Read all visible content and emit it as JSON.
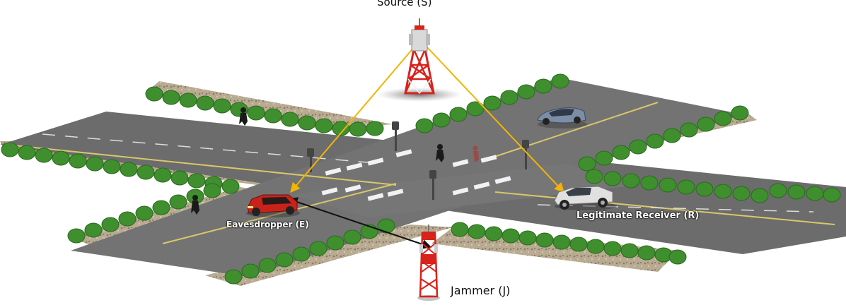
{
  "labels": {
    "source": "Source (S)",
    "jammer": "Jammer (J)",
    "eavesdropper": "Eavesdropper (E)",
    "receiver": "Legitimate Receiver (R)"
  },
  "colors": {
    "road": "#707070",
    "gravel": "#b8a890",
    "hedge": "#3f8f2e",
    "signal_link": "#f5b400",
    "jam_link": "#111111",
    "tower_red": "#d8221c",
    "eavesdropper_car": "#c8231b",
    "receiver_car": "#e0e0e0",
    "sedan": "#7c8ea6"
  },
  "icons": [
    "source-tower-icon",
    "jammer-tower-icon",
    "eavesdropper-car-icon",
    "receiver-car-icon",
    "sedan-car-icon",
    "pedestrian-icon",
    "traffic-light-icon",
    "hedge-icon"
  ]
}
